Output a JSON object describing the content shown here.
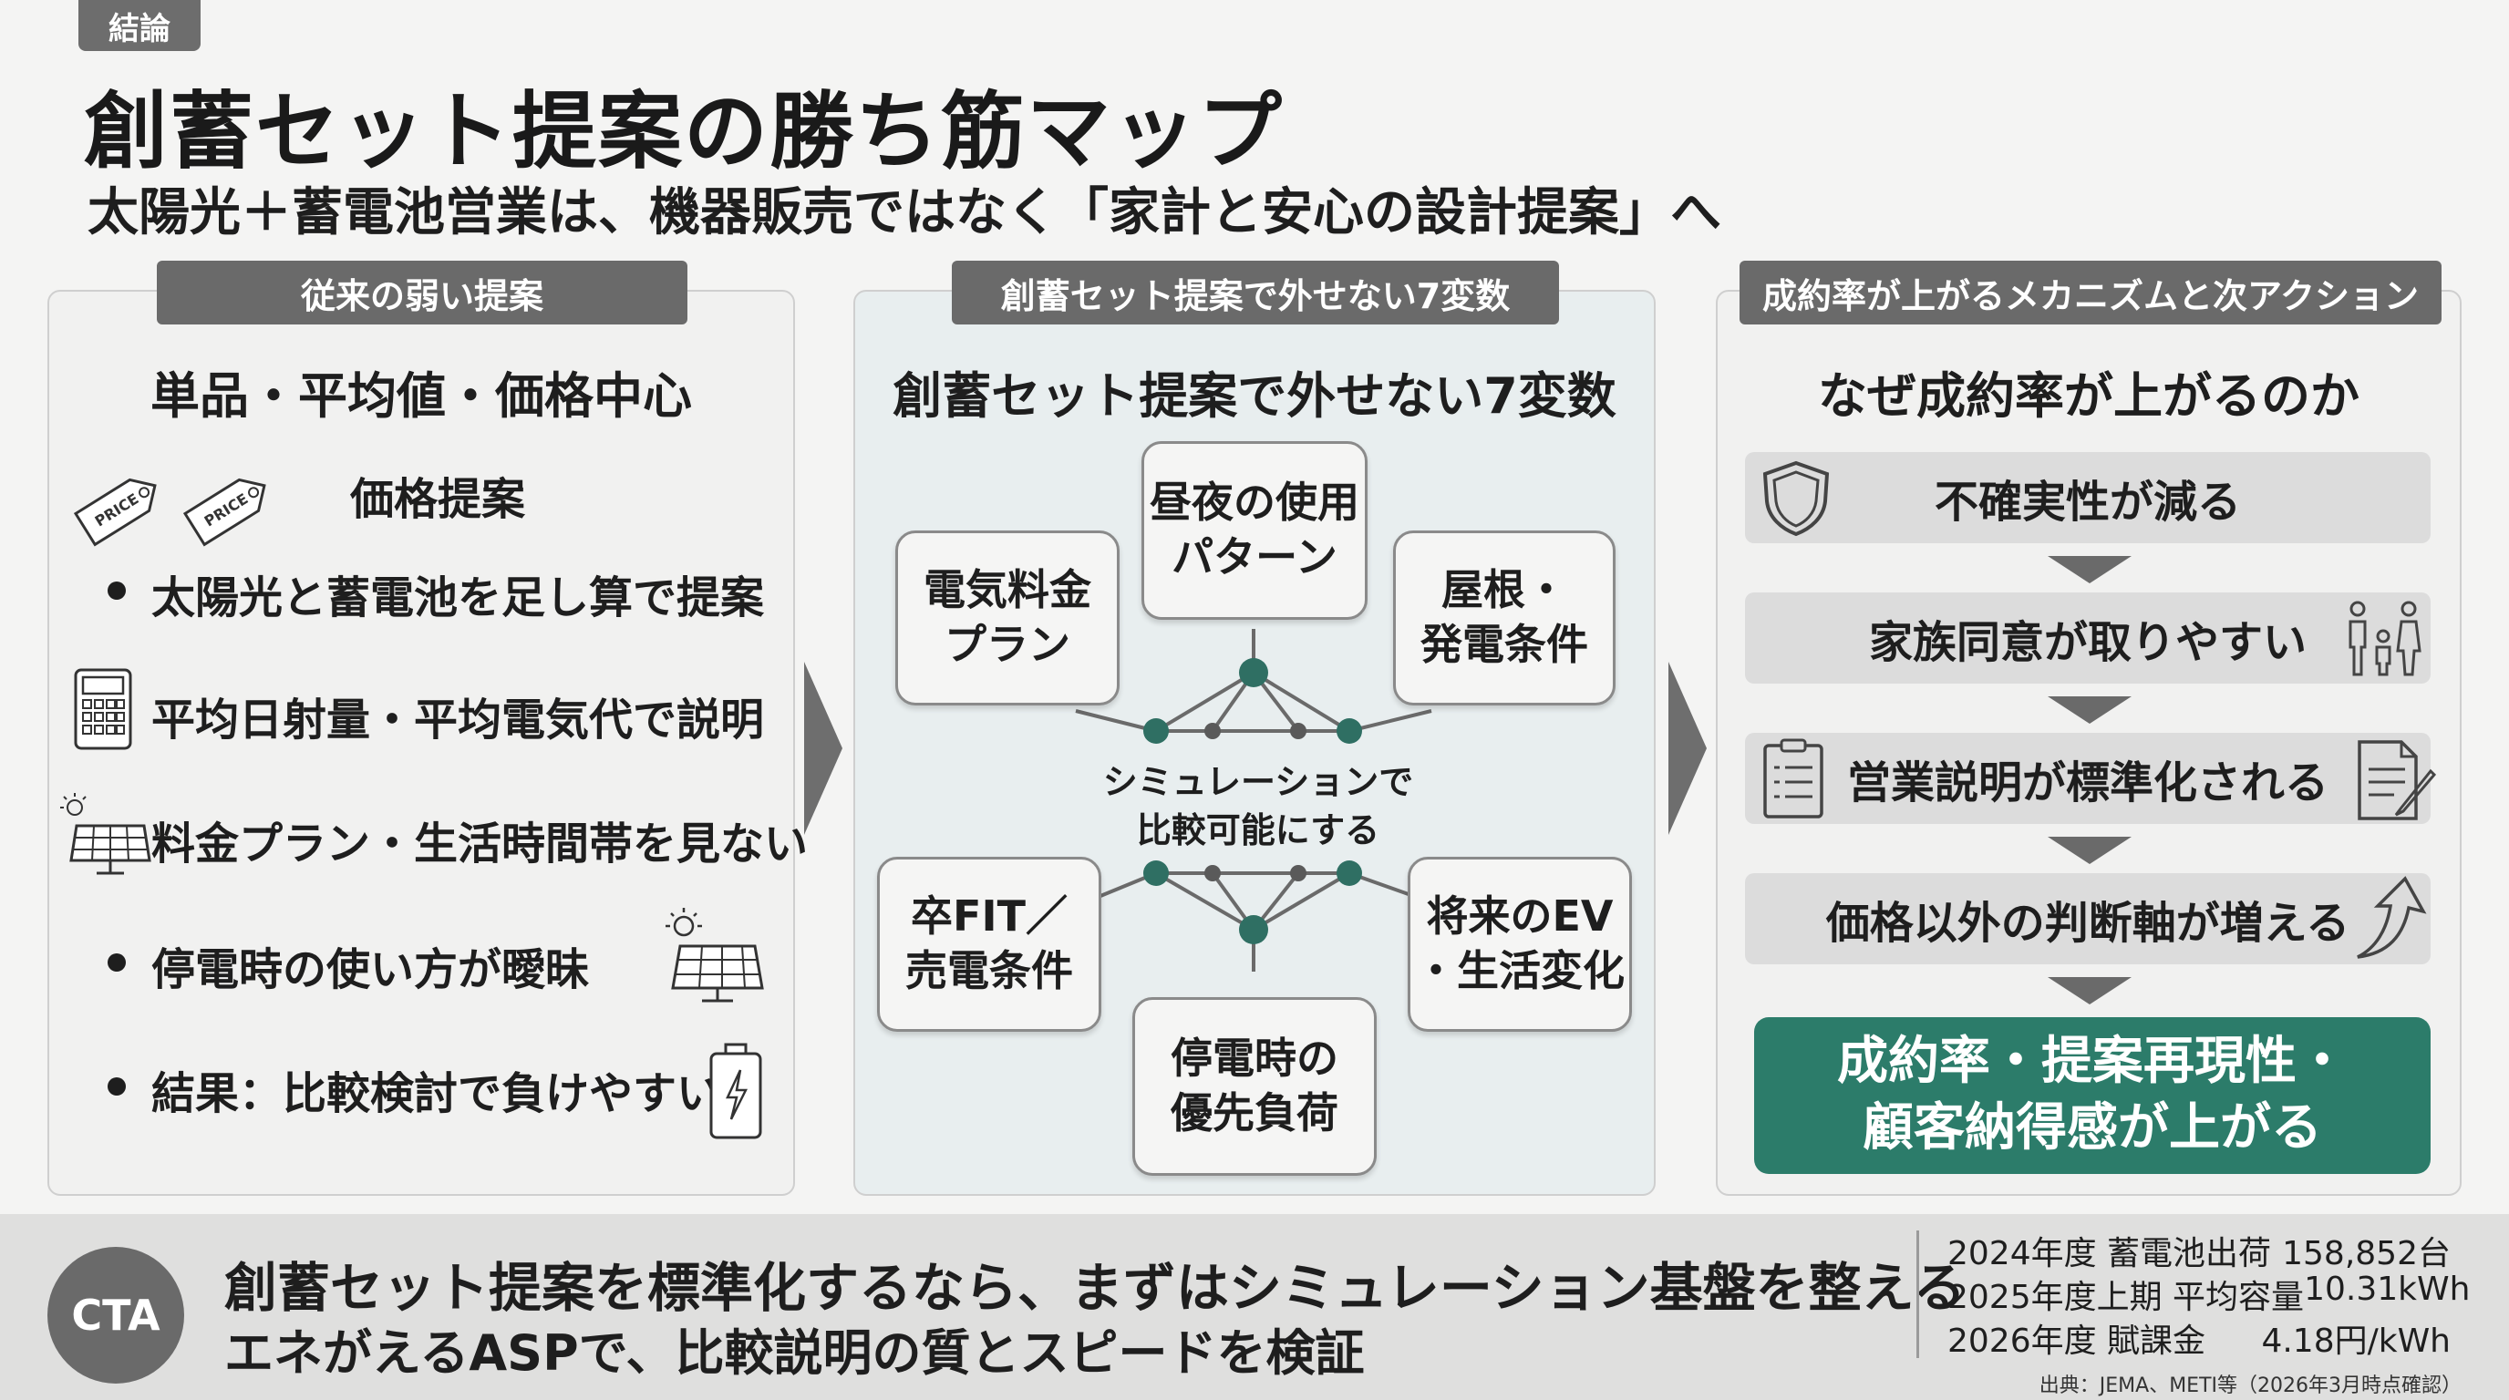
{
  "tag": "結論",
  "title": "創蓄セット提案の勝ち筋マップ",
  "subtitle": "太陽光＋蓄電池営業は、機器販売ではなく「家計と安心の設計提案」へ",
  "left": {
    "header": "従来の弱い提案",
    "title": "単品・平均値・価格中心",
    "price_label": "価格提案",
    "price_tag_text": "PRICE",
    "items": [
      "太陽光と蓄電池を足し算で提案",
      "平均日射量・平均電気代で説明",
      "料金プラン・生活時間帯を見ない",
      "停電時の使い方が曖昧",
      "結果：比較検討で負けやすい"
    ]
  },
  "middle": {
    "header": "創蓄セット提案で外せない7変数",
    "title": "創蓄セット提案で外せない7変数",
    "center": "シミュレーションで\n比較可能にする",
    "variables": [
      "昼夜の使用\nパターン",
      "電気料金\nプラン",
      "屋根・\n発電条件",
      "卒FIT／\n売電条件",
      "将来のEV\n・生活変化",
      "停電時の\n優先負荷"
    ]
  },
  "right": {
    "header": "成約率が上がるメカニズムと次アクション",
    "title": "なぜ成約率が上がるのか",
    "steps": [
      "不確実性が減る",
      "家族同意が取りやすい",
      "営業説明が標準化される",
      "価格以外の判断軸が増える"
    ],
    "result": "成約率・提案再現性・\n顧客納得感が上がる"
  },
  "cta": {
    "badge": "CTA",
    "main": "創蓄セット提案を標準化するなら、まずはシミュレーション基盤を整える",
    "sub": "エネがえるASPで、比較説明の質とスピードを検証"
  },
  "stats": [
    {
      "label": "2024年度 蓄電池出荷",
      "value": "158,852台"
    },
    {
      "label": "2025年度上期 平均容量",
      "value": "10.31kWh"
    },
    {
      "label": "2026年度 賦課金",
      "value": "4.18円/kWh"
    }
  ],
  "source": "出典：JEMA、METI等（2026年3月時点確認）",
  "colors": {
    "accent_green": "#2c7c6a",
    "header_gray": "#6a6a6a",
    "node_teal": "#2f6f63"
  },
  "icons": [
    "price-tag-icon",
    "calculator-icon",
    "solar-panel-icon",
    "battery-icon",
    "shield-icon",
    "family-icon",
    "clipboard-icon",
    "document-icon",
    "up-arrow-icon"
  ]
}
